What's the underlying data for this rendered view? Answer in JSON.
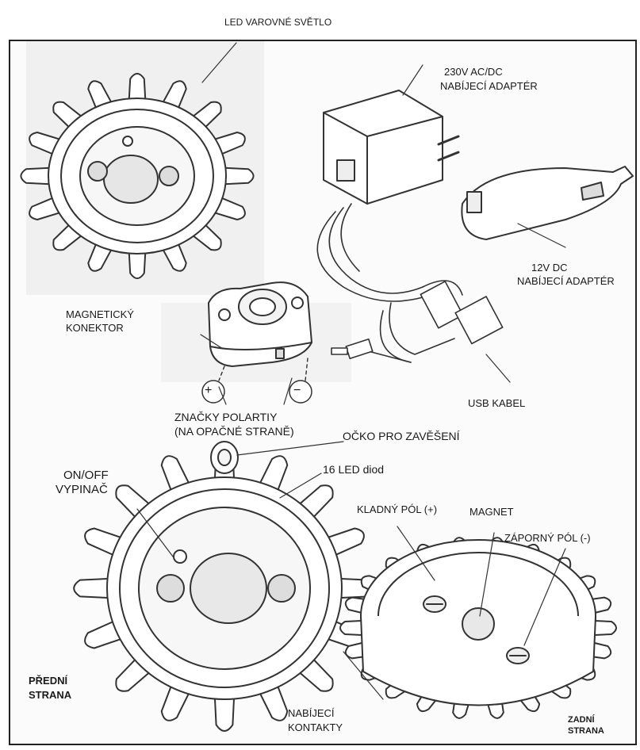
{
  "diagram": {
    "labels": {
      "led_warning_light": "LED VAROVNÉ SVĚTLO",
      "charger_230v_line1": "230V AC/DC",
      "charger_230v_line2": "NABÍJECÍ ADAPTÉR",
      "charger_12v_line1": "12V DC",
      "charger_12v_line2": "NABÍJECÍ ADAPTÉR",
      "magnetic_connector_line1": "MAGNETICKÝ",
      "magnetic_connector_line2": "KONEKTOR",
      "usb_cable": "USB KABEL",
      "polarity_line1": "ZNAČKY POLARTIY",
      "polarity_line2": "(NA OPAČNÉ STRANĚ)",
      "hanging_loop": "OČKO PRO ZAVĚŠENÍ",
      "led_count": "16 LED diod",
      "switch_line1": "ON/OFF",
      "switch_line2": "VYPINAČ",
      "positive_pole": "KLADNÝ PÓL (+)",
      "magnet": "MAGNET",
      "negative_pole": "ZÁPORNÝ PÓL (-)",
      "front_line1": "PŘEDNÍ",
      "front_line2": "STRANA",
      "charging_contacts_line1": "NABÍJECÍ",
      "charging_contacts_line2": "KONTAKTY",
      "back_line1": "ZADNÍ",
      "back_line2": "STRANA",
      "plus_symbol": "+",
      "minus_symbol": "−"
    }
  }
}
